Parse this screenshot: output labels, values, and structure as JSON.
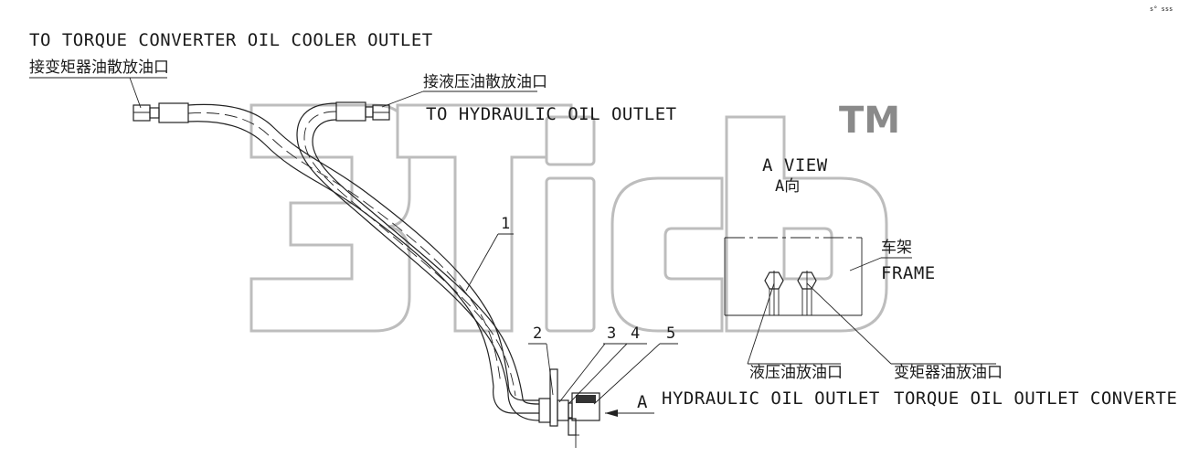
{
  "drawing": {
    "labels": {
      "cooler_outlet_en": "TO TORQUE CONVERTER OIL COOLER OUTLET",
      "cooler_outlet_cn": "接变矩器油散放油口",
      "hydraulic_outlet_cn": "接液压油散放油口",
      "hydraulic_outlet_en": "TO HYDRAULIC OIL OUTLET",
      "a_view_en": "A VIEW",
      "a_view_cn": "A向",
      "frame_cn": "车架",
      "frame_en": "FRAME",
      "hyd_drain_cn": "液压油放油口",
      "hyd_drain_en": "HYDRAULIC OIL OUTLET",
      "tc_drain_cn": "变矩器油放油口",
      "tc_drain_en": "TORQUE OIL OUTLET CONVERTER",
      "view_arrow": "A",
      "corner_mark": "s° sss"
    },
    "part_numbers": [
      "1",
      "2",
      "3",
      "4",
      "5"
    ],
    "watermark": {
      "text": "3Tidb",
      "tm": "TM"
    }
  }
}
